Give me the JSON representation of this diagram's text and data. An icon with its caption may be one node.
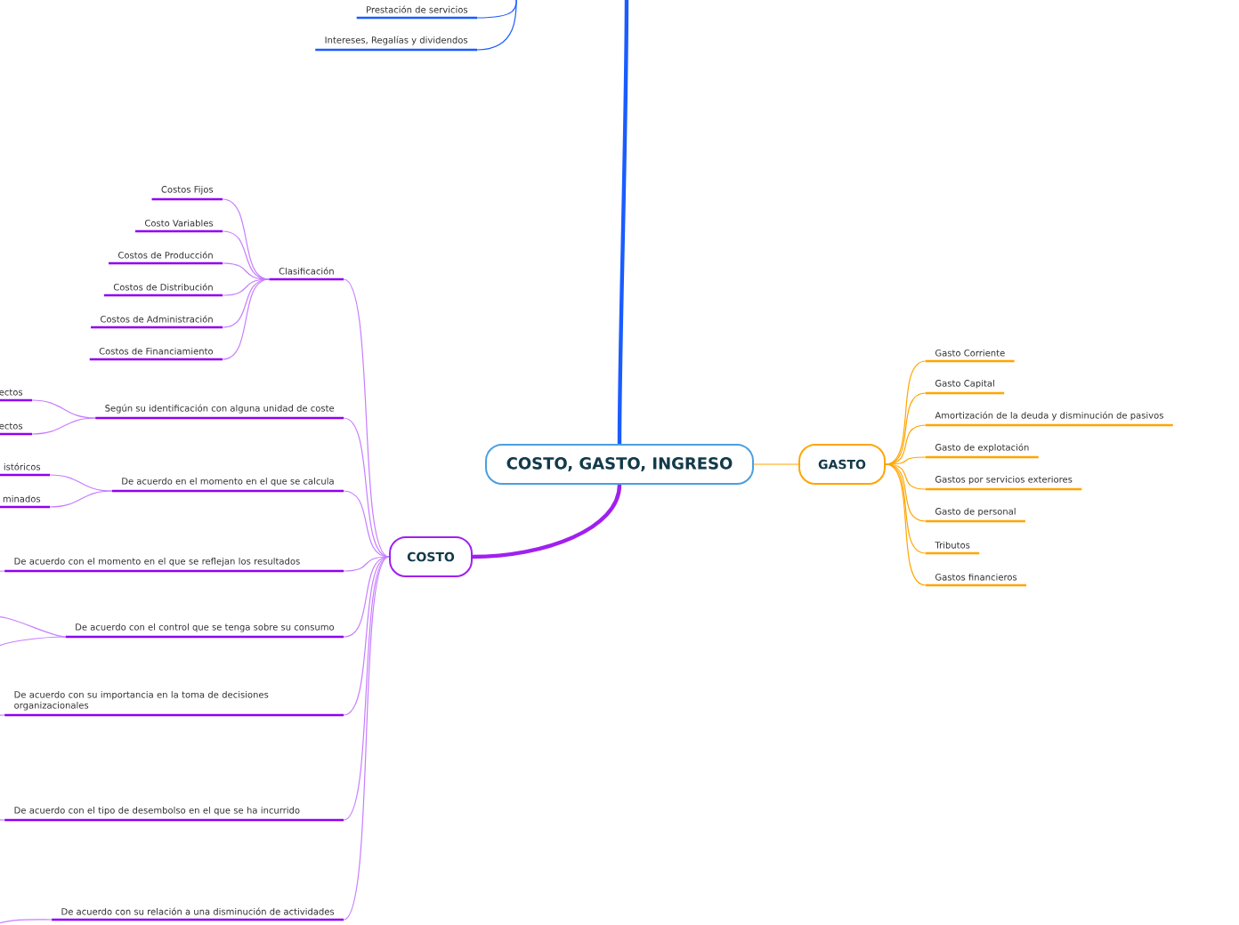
{
  "diagram": {
    "nodes": [
      {
        "text": [
          "COSTO, GASTO, INGRESO"
        ]
      },
      {
        "text": [
          "GASTO"
        ]
      },
      {
        "text": [
          "Gasto Corriente"
        ]
      },
      {
        "text": [
          "Gasto Capital"
        ]
      },
      {
        "text": [
          "Amortización de la deuda y disminución de pasivos"
        ]
      },
      {
        "text": [
          "Gasto de explotación"
        ]
      },
      {
        "text": [
          "Gastos por servicios exteriores"
        ]
      },
      {
        "text": [
          "Gasto de personal"
        ]
      },
      {
        "text": [
          "Tributos"
        ]
      },
      {
        "text": [
          "Gastos financieros"
        ]
      },
      {
        "text": [
          "COSTO"
        ]
      },
      {
        "text": [
          "Clasificación"
        ]
      },
      {
        "text": [
          "Costos Fijos"
        ]
      },
      {
        "text": [
          "Costo Variables"
        ]
      },
      {
        "text": [
          "Costos de Producción"
        ]
      },
      {
        "text": [
          "Costos de Distribución"
        ]
      },
      {
        "text": [
          "Costos de Administración"
        ]
      },
      {
        "text": [
          "Costos de Financiamiento"
        ]
      },
      {
        "text": [
          "Según su identificación con alguna unidad de coste"
        ]
      },
      {
        "text": [
          "ectos"
        ]
      },
      {
        "text": [
          "ectos"
        ]
      },
      {
        "text": [
          "De acuerdo en el momento en el que se calcula"
        ]
      },
      {
        "text": [
          "istóricos"
        ]
      },
      {
        "text": [
          "minados"
        ]
      },
      {
        "text": [
          "De acuerdo con el momento en el que se reflejan los resultados"
        ]
      },
      {
        "text": [
          "De acuerdo con el control que se tenga sobre su consumo"
        ]
      },
      {
        "text": [
          "De acuerdo con su importancia en la toma de decisiones organizacionales"
        ]
      },
      {
        "text": [
          "De acuerdo con el tipo de desembolso en el que se ha incurrido"
        ]
      },
      {
        "text": [
          "De acuerdo con su relación a una disminución de actividades"
        ]
      },
      {
        "text": [
          "Prestación de servicios"
        ]
      },
      {
        "text": [
          "Intereses, Regalías y dividendos"
        ]
      }
    ],
    "edges": [
      {
        "from": 0,
        "to": 1,
        "arrow": "none",
        "color": "#ffa500"
      },
      {
        "from": 1,
        "to": 2,
        "arrow": "none",
        "color": "#ffa500"
      },
      {
        "from": 1,
        "to": 3,
        "arrow": "none",
        "color": "#ffa500"
      },
      {
        "from": 1,
        "to": 4,
        "arrow": "none",
        "color": "#ffa500"
      },
      {
        "from": 1,
        "to": 5,
        "arrow": "none",
        "color": "#ffa500"
      },
      {
        "from": 1,
        "to": 6,
        "arrow": "none",
        "color": "#ffa500"
      },
      {
        "from": 1,
        "to": 7,
        "arrow": "none",
        "color": "#ffa500"
      },
      {
        "from": 1,
        "to": 8,
        "arrow": "none",
        "color": "#ffa500"
      },
      {
        "from": 1,
        "to": 9,
        "arrow": "none",
        "color": "#ffa500"
      },
      {
        "from": 0,
        "to": 10,
        "arrow": "none",
        "style": "thick",
        "color": "#a020f0"
      },
      {
        "from": 10,
        "to": 11,
        "arrow": "none"
      },
      {
        "from": 11,
        "to": 12,
        "arrow": "none"
      },
      {
        "from": 11,
        "to": 13,
        "arrow": "none"
      },
      {
        "from": 11,
        "to": 14,
        "arrow": "none"
      },
      {
        "from": 11,
        "to": 15,
        "arrow": "none"
      },
      {
        "from": 11,
        "to": 16,
        "arrow": "none"
      },
      {
        "from": 11,
        "to": 17,
        "arrow": "none"
      },
      {
        "from": 10,
        "to": 18,
        "arrow": "none"
      },
      {
        "from": 18,
        "to": 19,
        "arrow": "none"
      },
      {
        "from": 18,
        "to": 20,
        "arrow": "none"
      },
      {
        "from": 10,
        "to": 21,
        "arrow": "none"
      },
      {
        "from": 21,
        "to": 22,
        "arrow": "none"
      },
      {
        "from": 21,
        "to": 23,
        "arrow": "none"
      },
      {
        "from": 10,
        "to": 24,
        "arrow": "none"
      },
      {
        "from": 10,
        "to": 25,
        "arrow": "none"
      },
      {
        "from": 10,
        "to": 26,
        "arrow": "none"
      },
      {
        "from": 10,
        "to": 27,
        "arrow": "none"
      },
      {
        "from": 10,
        "to": 28,
        "arrow": "none"
      },
      {
        "from": 24,
        "to": null,
        "arrow": "none"
      },
      {
        "from": 25,
        "to": null,
        "arrow": "none"
      },
      {
        "from": 25,
        "to": null,
        "arrow": "none"
      },
      {
        "from": 26,
        "to": null,
        "arrow": "none"
      },
      {
        "from": 27,
        "to": null,
        "arrow": "none"
      },
      {
        "from": 28,
        "to": null,
        "arrow": "none"
      },
      {
        "from": 0,
        "to": null,
        "arrow": "none",
        "style": "thick",
        "color": "#1a5cff"
      },
      {
        "from": null,
        "to": 29,
        "arrow": "none",
        "color": "#1a5cff"
      },
      {
        "from": null,
        "to": 30,
        "arrow": "none",
        "color": "#1a5cff"
      }
    ]
  }
}
